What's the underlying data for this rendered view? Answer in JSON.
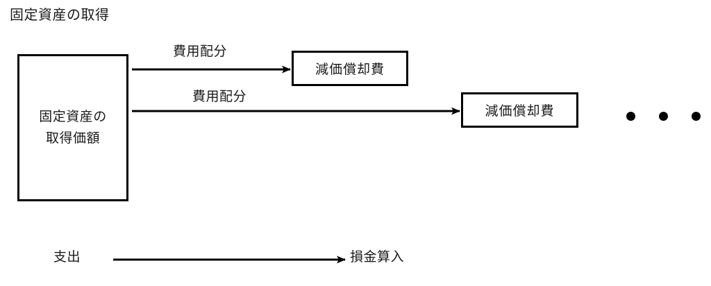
{
  "diagram": {
    "title": "固定資産の取得",
    "background_color": "#ffffff",
    "stroke_color": "#000000",
    "text_color": "#1a1a1a",
    "source_box": {
      "line1": "固定資産の",
      "line2": "取得価額"
    },
    "flows": [
      {
        "label": "費用配分",
        "target": "減価償却費"
      },
      {
        "label": "費用配分",
        "target": "減価償却費"
      }
    ],
    "continuation": {
      "symbol": "ellipsis-dots",
      "count": 3
    },
    "bottom_flow": {
      "from": "支出",
      "to": "損金算入"
    }
  }
}
